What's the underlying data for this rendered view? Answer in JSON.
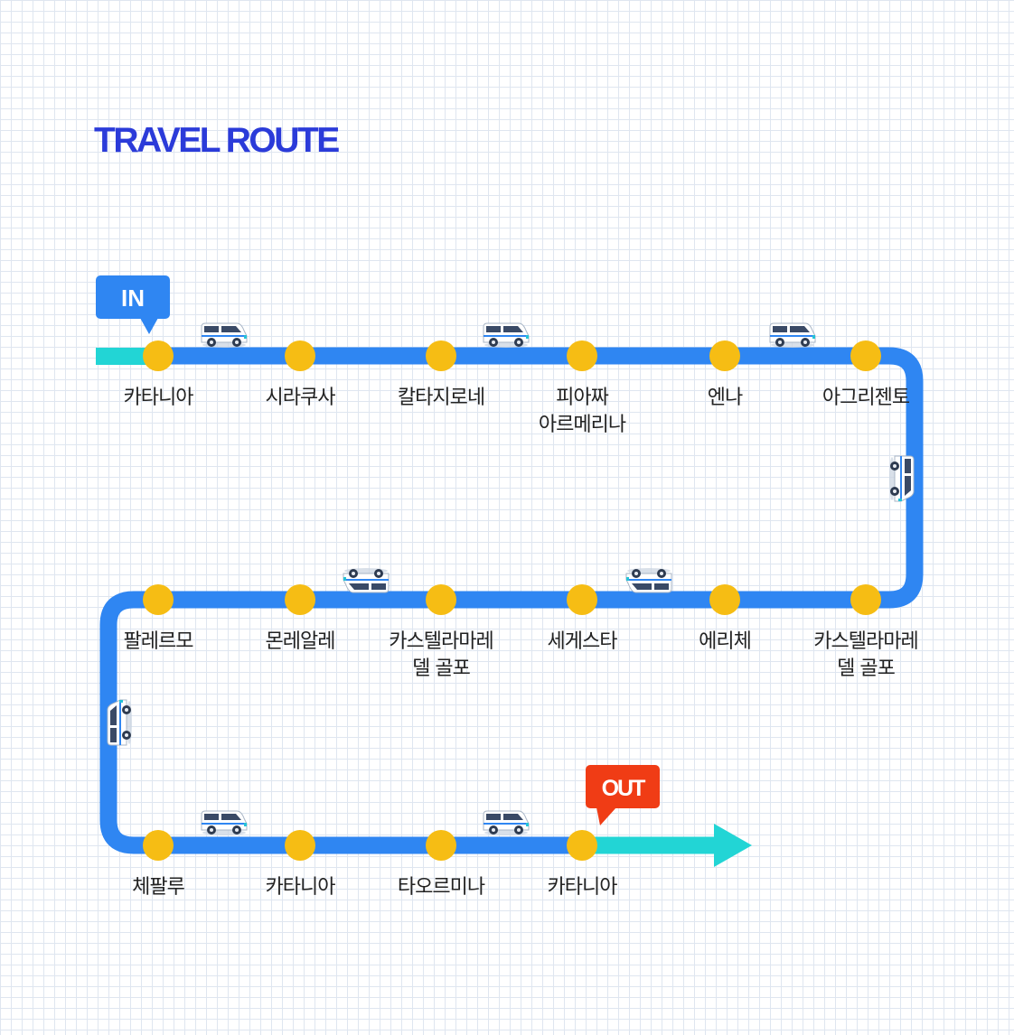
{
  "title": "TRAVEL ROUTE",
  "colors": {
    "title": "#2b3bd9",
    "route_line": "#2f86f2",
    "route_end_segment": "#22d5d5",
    "stop": "#f6bd14",
    "badge_in": "#2f86f2",
    "badge_out": "#f03c15",
    "badge_text": "#ffffff",
    "van_body": "#ffffff",
    "van_window": "#3a4a66"
  },
  "badges": {
    "in": "IN",
    "out": "OUT"
  },
  "rows": [
    {
      "stops": [
        {
          "lines": [
            "카타니아"
          ]
        },
        {
          "lines": [
            "시라쿠사"
          ]
        },
        {
          "lines": [
            "칼타지로네"
          ]
        },
        {
          "lines": [
            "피아짜",
            "아르메리나"
          ]
        },
        {
          "lines": [
            "엔나"
          ]
        },
        {
          "lines": [
            "아그리젠토"
          ]
        }
      ]
    },
    {
      "stops": [
        {
          "lines": [
            "팔레르모"
          ]
        },
        {
          "lines": [
            "몬레알레"
          ]
        },
        {
          "lines": [
            "카스텔라마레",
            "델 골포"
          ]
        },
        {
          "lines": [
            "세게스타"
          ]
        },
        {
          "lines": [
            "에리체"
          ]
        },
        {
          "lines": [
            "카스텔라마레",
            "델 골포"
          ]
        }
      ]
    },
    {
      "stops": [
        {
          "lines": [
            "체팔루"
          ]
        },
        {
          "lines": [
            "카타니아"
          ]
        },
        {
          "lines": [
            "타오르미나"
          ]
        },
        {
          "lines": [
            "카타니아"
          ]
        }
      ]
    }
  ],
  "vehicle_icon": "van-icon"
}
